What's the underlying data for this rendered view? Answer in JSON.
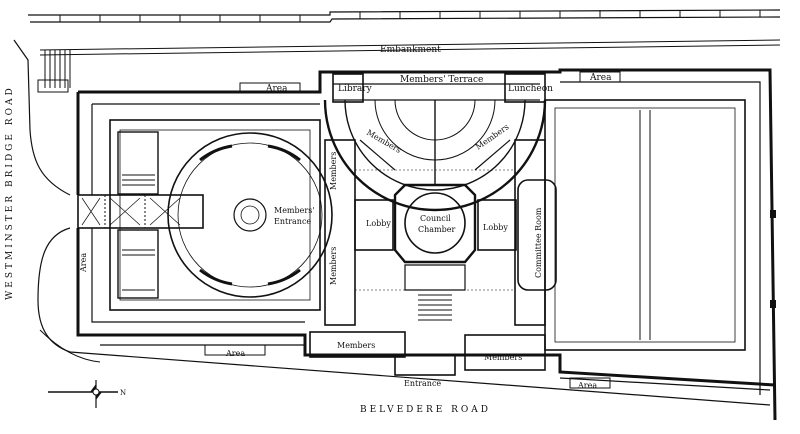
{
  "plan": {
    "roads": {
      "embankment": "Embankment",
      "belvedere": "BELVEDERE ROAD",
      "westminster_bridge": "WESTMINSTER  BRIDGE  ROAD"
    },
    "rooms": {
      "library": "Library",
      "members_terrace": "Members' Terrace",
      "luncheon": "Luncheon",
      "area_top_left": "Area",
      "area_top_right": "Area",
      "area_left": "Area",
      "area_bottom_left": "Area",
      "area_bottom_right": "Area",
      "members_arc_left": "Members",
      "members_arc_right": "Members",
      "members_upper": "Members",
      "members_lower": "Members",
      "members_bottom_left": "Members",
      "members_bottom_right": "Members",
      "members_entrance_1": "Members'",
      "members_entrance_2": "Entrance",
      "lobby_left": "Lobby",
      "lobby_right": "Lobby",
      "council_1": "Council",
      "council_2": "Chamber",
      "committee_room": "Committee Room",
      "entrance": "Entrance"
    },
    "north_arrow": "N"
  }
}
